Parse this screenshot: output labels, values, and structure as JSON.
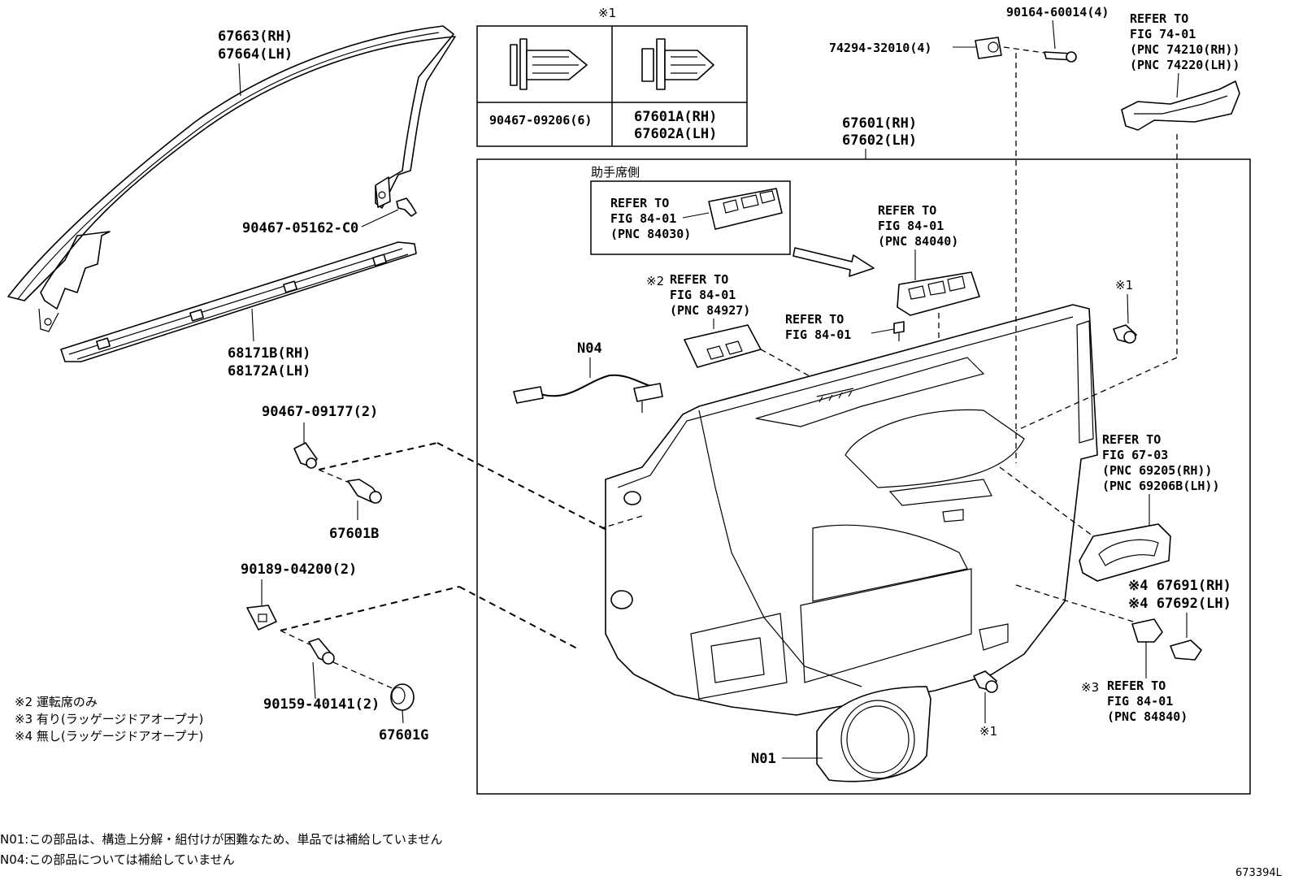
{
  "labels": {
    "frame_rh": "67663(RH)",
    "frame_lh": "67664(LH)",
    "screw_frame": "90467-05162-C0",
    "weatherstrip_rh": "68171B(RH)",
    "weatherstrip_lh": "68172A(LH)",
    "clip_90467_09177": "90467-09177(2)",
    "clip_67601b": "67601B",
    "nut_90189": "90189-04200(2)",
    "screw_90159": "90159-40141(2)",
    "cap_67601g": "67601G",
    "table_mark": "※1",
    "table_left_part": "90467-09206(6)",
    "table_right_rh": "67601A(RH)",
    "table_right_lh": "67602A(LH)",
    "panel_rh": "67601(RH)",
    "panel_lh": "67602(LH)",
    "passenger_side": "助手席側",
    "ref_84030_line1": "REFER TO",
    "ref_84030_line2": "FIG 84-01",
    "ref_84030_line3": "(PNC 84030)",
    "ref_84040_line1": "REFER TO",
    "ref_84040_line2": "FIG 84-01",
    "ref_84040_line3": "(PNC 84040)",
    "ref_84927_mark": "※2",
    "ref_84927_line1": "REFER TO",
    "ref_84927_line2": "FIG 84-01",
    "ref_84927_line3": "(PNC 84927)",
    "ref_screw_line1": "REFER TO",
    "ref_screw_line2": "FIG 84-01",
    "n04": "N04",
    "n01": "N01",
    "mark1_upper": "※1",
    "mark1_lower": "※1",
    "ref_69205_line1": "REFER TO",
    "ref_69205_line2": "FIG 67-03",
    "ref_69205_line3": "(PNC 69205(RH))",
    "ref_69205_line4": "(PNC 69206B(LH))",
    "cover_rh": "※4 67691(RH)",
    "cover_lh": "※4 67692(LH)",
    "ref_84840_mark": "※3",
    "ref_84840_line1": "REFER TO",
    "ref_84840_line2": "FIG 84-01",
    "ref_84840_line3": "(PNC 84840)",
    "cap_74294": "74294-32010(4)",
    "screw_90164": "90164-60014(4)",
    "ref_74_line1": "REFER TO",
    "ref_74_line2": "FIG 74-01",
    "ref_74_line3": "(PNC 74210(RH))",
    "ref_74_line4": "(PNC 74220(LH))"
  },
  "notes": {
    "note2": "※2 運転席のみ",
    "note3": "※3 有り(ラッゲージドアオープナ)",
    "note4": "※4 無し(ラッゲージドアオープナ)",
    "footnote_n01": "N01:この部品は、構造上分解・組付けが困難なため、単品では補給していません",
    "footnote_n04": "N04:この部品については補給していません"
  },
  "figure_code": "673394L"
}
